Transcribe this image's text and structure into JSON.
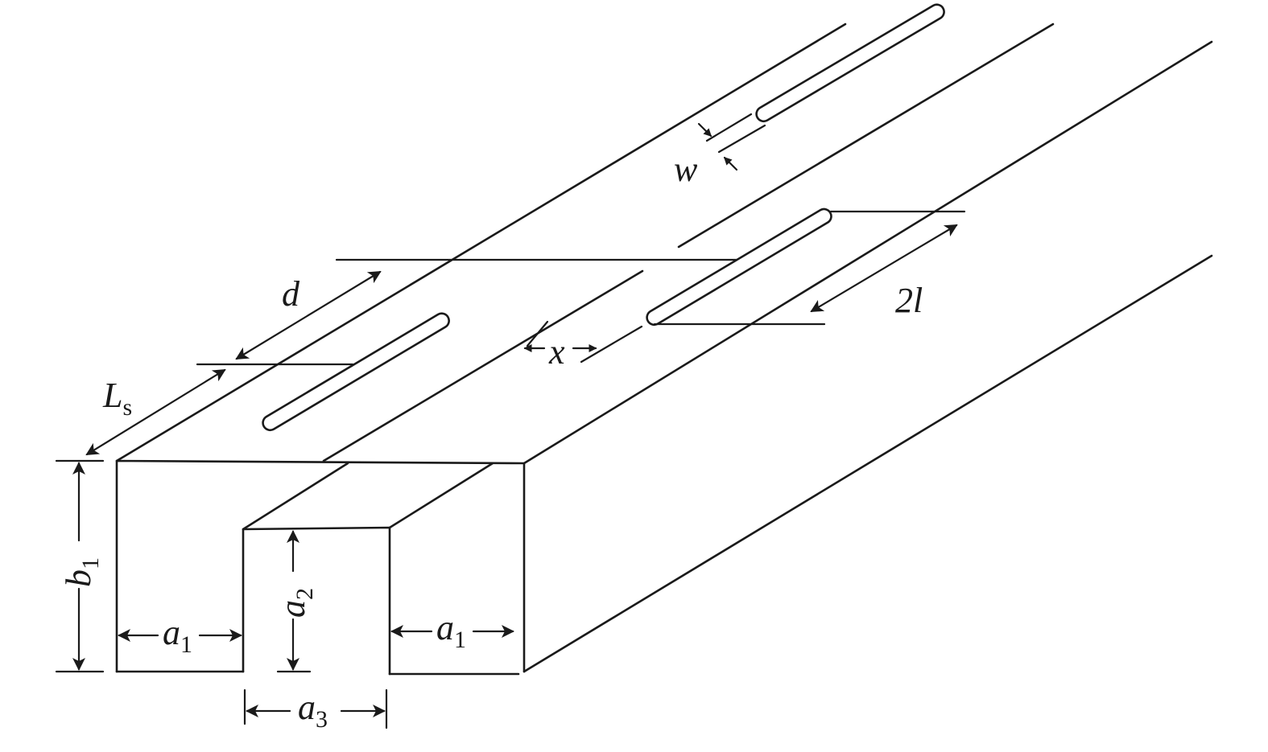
{
  "diagram": {
    "colors": {
      "line": "#1a1a1a",
      "background": "#ffffff"
    },
    "labels": {
      "d": "d",
      "w": "w",
      "two_l": "2l",
      "x": "x",
      "Ls_main": "L",
      "Ls_sub": "s",
      "b1_main": "b",
      "b1_sub": "1",
      "a1_left_main": "a",
      "a1_left_sub": "1",
      "a1_right_main": "a",
      "a1_right_sub": "1",
      "a2_main": "a",
      "a2_sub": "2",
      "a3_main": "a",
      "a3_sub": "3"
    }
  }
}
